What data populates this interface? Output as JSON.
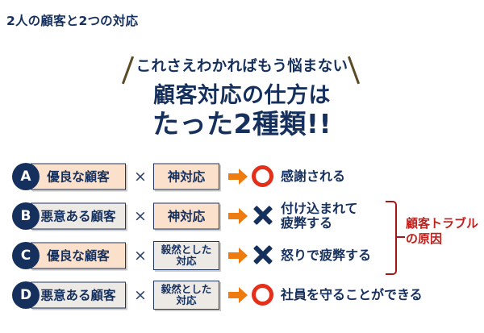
{
  "page": {
    "title": "2人の顧客と2つの対応"
  },
  "headline": {
    "kicker": "これさえわかればもう悩まない",
    "line1": "顧客対応の仕方は",
    "line2": "たった2種類!!"
  },
  "matrix": {
    "operator": "×",
    "rows": [
      {
        "badge": "A",
        "customer": "優良な顧客",
        "customer_style": "peach",
        "response": "神対応",
        "response_line2": "",
        "response_style": "peach",
        "mark": "circle",
        "outcome": "感謝される",
        "outcome_line2": ""
      },
      {
        "badge": "B",
        "customer": "悪意ある顧客",
        "customer_style": "gray",
        "response": "神対応",
        "response_line2": "",
        "response_style": "peach",
        "mark": "cross",
        "outcome": "付け込まれて",
        "outcome_line2": "疲弊する"
      },
      {
        "badge": "C",
        "customer": "優良な顧客",
        "customer_style": "peach",
        "response": "毅然とした",
        "response_line2": "対応",
        "response_style": "gray",
        "mark": "cross",
        "outcome": "怒りで疲弊する",
        "outcome_line2": ""
      },
      {
        "badge": "D",
        "customer": "悪意ある顧客",
        "customer_style": "gray",
        "response": "毅然とした",
        "response_line2": "対応",
        "response_style": "gray",
        "mark": "circle",
        "outcome": "社員を守ることができる",
        "outcome_line2": ""
      }
    ]
  },
  "callout": {
    "line1": "顧客トラブル",
    "line2": "の原因"
  },
  "colors": {
    "navy": "#16305e",
    "peach": "#fbe1cb",
    "gray": "#edeae6",
    "orange": "#ee7b10",
    "red_circle": "#e2301b",
    "callout_red": "#c0201c",
    "slash": "#5a4a25"
  }
}
